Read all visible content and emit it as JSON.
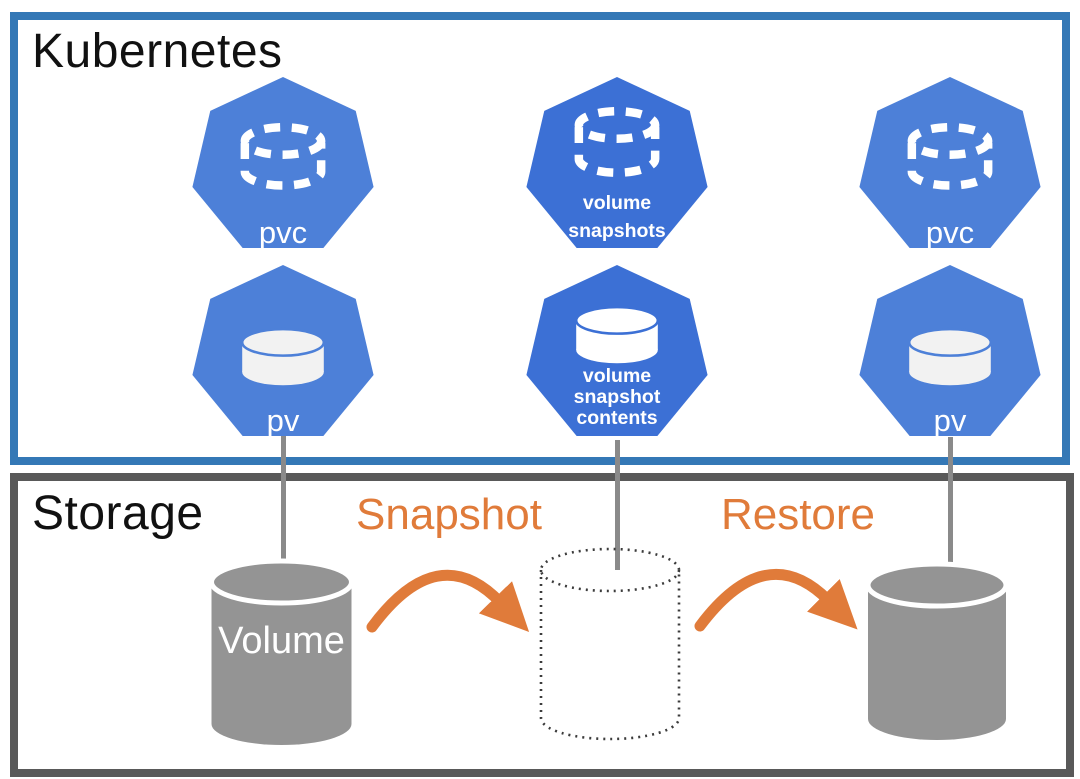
{
  "diagram": {
    "kubernetes": {
      "title": "Kubernetes",
      "border_color": "#3478b6",
      "node_color_light": "#4d80d8",
      "node_color_dark": "#3c70d5",
      "nodes": [
        {
          "name": "pvc-left",
          "label": "pvc",
          "icon": "dashed-cylinder-icon"
        },
        {
          "name": "volume-snapshots",
          "label_lines": [
            "volume",
            "snapshots"
          ],
          "icon": "dashed-cylinder-icon"
        },
        {
          "name": "pvc-right",
          "label": "pvc",
          "icon": "dashed-cylinder-icon"
        },
        {
          "name": "pv-left",
          "label": "pv",
          "icon": "solid-cylinder-icon"
        },
        {
          "name": "volume-snapshot-contents",
          "label_lines": [
            "volume",
            "snapshot",
            "contents"
          ],
          "icon": "solid-cylinder-icon"
        },
        {
          "name": "pv-right",
          "label": "pv",
          "icon": "solid-cylinder-icon"
        }
      ]
    },
    "storage": {
      "title": "Storage",
      "border_color": "#595959",
      "cylinder_color": "#949494",
      "volume": {
        "label": "Volume"
      },
      "actions": [
        {
          "name": "snapshot",
          "label": "Snapshot"
        },
        {
          "name": "restore",
          "label": "Restore"
        }
      ],
      "accent_color": "#e07b3a"
    },
    "connector_color": "#8a8a8a"
  }
}
